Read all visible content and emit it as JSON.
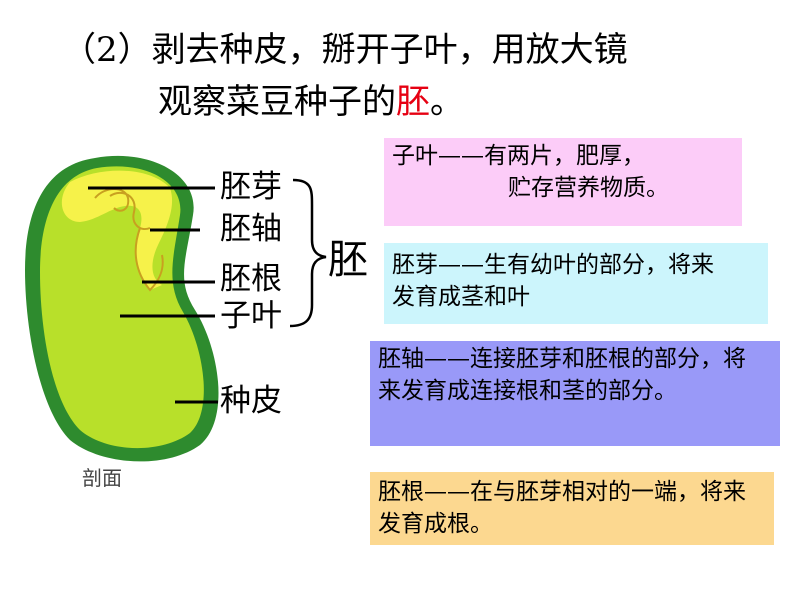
{
  "title": {
    "line1": "（2）剥去种皮，掰开子叶，用放大镜",
    "line2_prefix": "观察菜豆种子的",
    "line2_highlight": "胚",
    "line2_suffix": "。"
  },
  "labels": {
    "plumule": "胚芽",
    "hypocotyl": "胚轴",
    "radicle": "胚根",
    "cotyledon": "子叶",
    "embryo": "胚",
    "seed_coat": "种皮"
  },
  "caption": "剖面",
  "boxes": {
    "cotyledon": {
      "line1": "子叶——有两片，肥厚，",
      "line2": "贮存营养物质。",
      "bg": "#fcccf8"
    },
    "plumule": {
      "text": "胚芽——生有幼叶的部分，将来发育成茎和叶",
      "bg": "#ccf5fc"
    },
    "hypocotyl": {
      "text": "胚轴——连接胚芽和胚根的部分，将来发育成连接根和茎的部分。",
      "bg": "#9999f8"
    },
    "radicle": {
      "text": "胚根——在与胚芽相对的一端，将来发育成根。",
      "bg": "#fcd890"
    }
  },
  "colors": {
    "seed_coat": "#2e8b2e",
    "cotyledon": "#b8e02a",
    "embryo": "#f6f24a",
    "highlight": "#e60012"
  }
}
